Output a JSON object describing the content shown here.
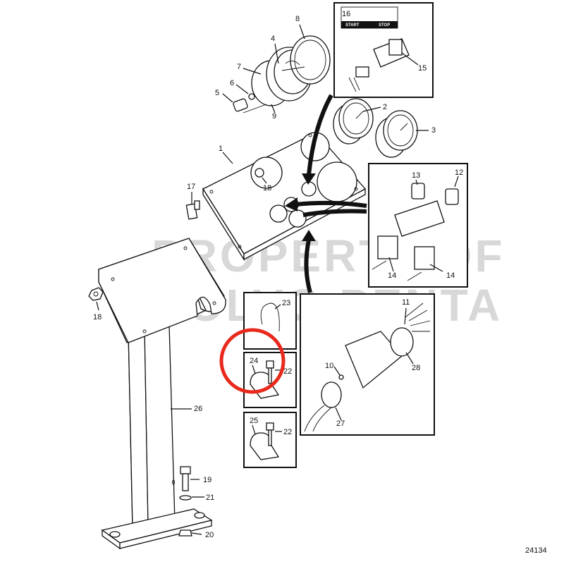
{
  "watermark": {
    "line1": "PROPERTY OF",
    "line2": "VOLVO PENTA"
  },
  "switch_panel": {
    "title_number": "16",
    "start_label": "START",
    "stop_label": "STOP"
  },
  "figure_id": "24134",
  "callouts": {
    "c1": "1",
    "c2": "2",
    "c3": "3",
    "c4": "4",
    "c5": "5",
    "c6": "6",
    "c7": "7",
    "c8": "8",
    "c9": "9",
    "c10": "10",
    "c11": "11",
    "c12": "12",
    "c13": "13",
    "c14a": "14",
    "c14b": "14",
    "c15": "15",
    "c17": "17",
    "c18a": "18",
    "c18b": "18",
    "c19": "19",
    "c20": "20",
    "c21": "21",
    "c22a": "22",
    "c22b": "22",
    "c23": "23",
    "c24": "24",
    "c25": "25",
    "c26": "26",
    "c27": "27",
    "c28": "28"
  },
  "highlight_color": "#e8291c"
}
